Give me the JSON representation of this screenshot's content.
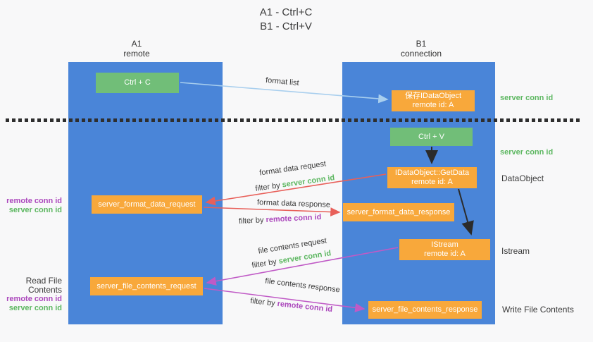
{
  "title": {
    "line1": "A1 - Ctrl+C",
    "line2": "B1 - Ctrl+V"
  },
  "lanes": {
    "left": {
      "title": "A1",
      "subtitle": "remote"
    },
    "right": {
      "title": "B1",
      "subtitle": "connection"
    }
  },
  "nodes": {
    "ctrl_c": {
      "label": "Ctrl + C"
    },
    "save_dataobject": {
      "line1": "保存IDataObject",
      "line2": "remote id: A"
    },
    "ctrl_v": {
      "label": "Ctrl + V"
    },
    "getdata": {
      "line1": "IDataObject::GetData",
      "line2": "remote id: A"
    },
    "format_request": {
      "label": "server_format_data_request"
    },
    "format_response": {
      "label": "server_format_data_response"
    },
    "istream": {
      "line1": "IStream",
      "line2": "remote id: A"
    },
    "file_request": {
      "label": "server_file_contents_request"
    },
    "file_response": {
      "label": "server_file_contents_response"
    }
  },
  "edge_labels": {
    "format_list": "format list",
    "format_data_request": "format data request",
    "format_data_request_filter_prefix": "filter by ",
    "format_data_request_filter_key": "server conn id",
    "format_data_response": "format data response",
    "format_data_response_filter_prefix": "filter by ",
    "format_data_response_filter_key": "remote conn id",
    "file_contents_request": "file contents request",
    "file_contents_request_filter_prefix": "filter by ",
    "file_contents_request_filter_key": "server conn id",
    "file_contents_response": "file contents response",
    "file_contents_response_filter_prefix": "filter by ",
    "file_contents_response_filter_key": "remote conn id"
  },
  "side_labels": {
    "left_format": {
      "remote": "remote conn id",
      "server": "server conn id"
    },
    "left_file": {
      "title": "Read File Contents",
      "remote": "remote conn id",
      "server": "server conn id"
    },
    "right": {
      "server_conn_id_top": "server conn id",
      "server_conn_id_mid": "server conn id",
      "dataobject": "DataObject",
      "istream": "Istream",
      "write_file_contents": "Write File Contents"
    }
  },
  "colors": {
    "lane_blue": "#4a85d8",
    "node_orange": "#f8a83b",
    "node_green": "#71be78",
    "arrow_red": "#e8605a",
    "arrow_magenta": "#c05ac6",
    "arrow_lightblue": "#a9cfee",
    "arrow_black": "#2b2b2b",
    "text_green": "#5db761",
    "text_purple": "#ab47bc",
    "background": "#f8f8f9"
  }
}
